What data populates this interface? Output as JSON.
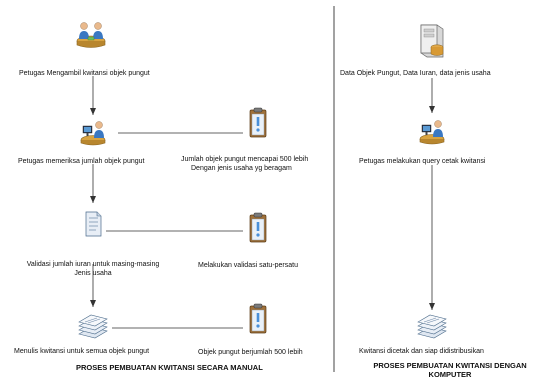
{
  "manual": {
    "title": "PROSES PEMBUATAN KWITANSI SECARA MANUAL",
    "steps": [
      "Petugas Mengambil kwitansi objek pungut",
      "Petugas memeriksa jumlah objek pungut",
      "Validasi jumlah iuran untuk masing-masing",
      "Jenis usaha",
      "Menulis kwitansi untuk semua objek pungut"
    ],
    "notes": [
      "Jumlah objek pungut mencapai 500 lebih",
      "Dengan jenis usaha yg beragam",
      "Melakukan validasi satu-persatu",
      "Objek pungut berjumlah 500 lebih"
    ]
  },
  "computer": {
    "title_line1": "PROSES PEMBUATAN KWITANSI DENGAN",
    "title_line2": "KOMPUTER",
    "steps": [
      "Data Objek Pungut, Data Iuran, data jenis usaha",
      "Petugas melakukan query cetak kwitansi",
      "Kwitansi dicetak dan siap didistribusikan"
    ]
  }
}
